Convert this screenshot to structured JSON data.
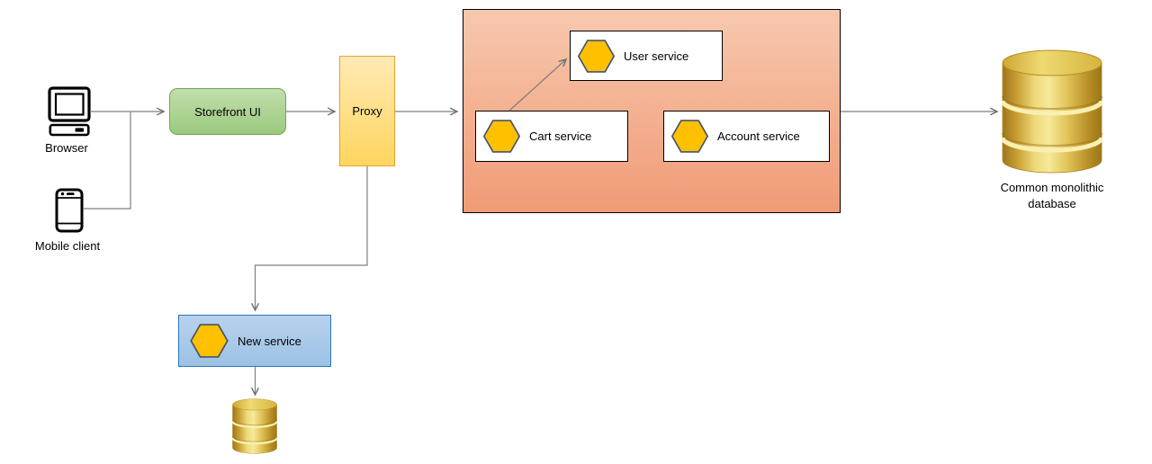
{
  "diagram": {
    "nodes": {
      "browser": {
        "label": "Browser"
      },
      "mobile_client": {
        "label": "Mobile client"
      },
      "storefront_ui": {
        "label": "Storefront UI"
      },
      "proxy": {
        "label": "Proxy"
      },
      "user_service": {
        "label": "User service"
      },
      "cart_service": {
        "label": "Cart service"
      },
      "account_service": {
        "label": "Account service"
      },
      "new_service": {
        "label": "New service"
      },
      "monolithic_db": {
        "label_line1": "Common monolithic",
        "label_line2": "database"
      }
    },
    "edges": [
      {
        "from": "browser",
        "to": "storefront_ui"
      },
      {
        "from": "mobile_client",
        "to": "storefront_ui"
      },
      {
        "from": "storefront_ui",
        "to": "proxy"
      },
      {
        "from": "proxy",
        "to": "services_container"
      },
      {
        "from": "cart_service",
        "to": "user_service"
      },
      {
        "from": "services_container",
        "to": "monolithic_db"
      },
      {
        "from": "proxy",
        "to": "new_service"
      },
      {
        "from": "new_service",
        "to": "new_service_db"
      }
    ],
    "colors": {
      "storefront_fill": "#9bc97d",
      "storefront_border": "#6fa850",
      "proxy_fill": "#ffd55e",
      "proxy_border": "#e2a42d",
      "container_fill_top": "#f7c8ae",
      "container_fill_bottom": "#f09b76",
      "container_border": "#000000",
      "service_box_fill": "#ffffff",
      "service_box_border": "#000000",
      "hexagon_fill": "#ffc000",
      "hexagon_border": "#44546a",
      "new_service_fill": "#9cc2e5",
      "new_service_border": "#2e75b6",
      "database_gold": "#d9b84a",
      "connector": "#7f7f7f",
      "icon_stroke": "#000000"
    }
  }
}
